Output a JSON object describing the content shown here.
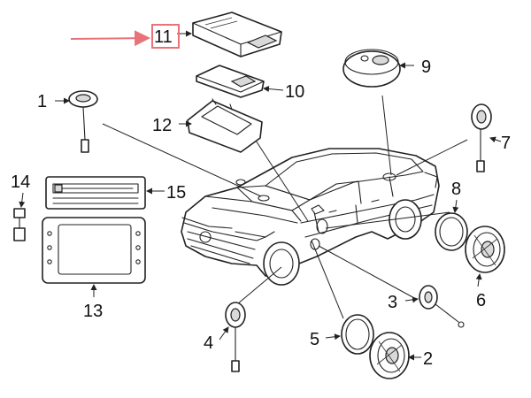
{
  "callouts": {
    "c1": "1",
    "c2": "2",
    "c3": "3",
    "c4": "4",
    "c5": "5",
    "c6": "6",
    "c7": "7",
    "c8": "8",
    "c9": "9",
    "c10": "10",
    "c11": "11",
    "c12": "12",
    "c13": "13",
    "c14": "14",
    "c15": "15"
  },
  "highlight": {
    "callout": "11",
    "color": "#e8737a"
  },
  "colors": {
    "line": "#222222",
    "background": "#ffffff"
  }
}
